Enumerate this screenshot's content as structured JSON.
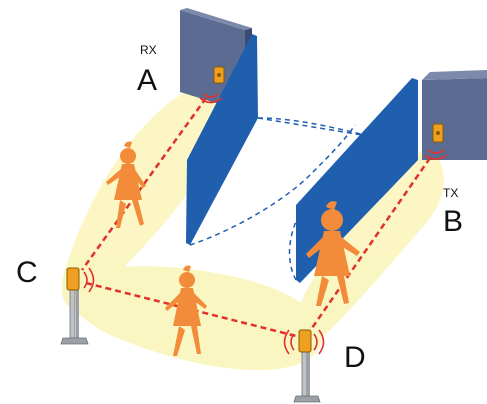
{
  "labels": {
    "rx": "RX",
    "a": "A",
    "tx": "TX",
    "b": "B",
    "c": "C",
    "d": "D"
  },
  "colors": {
    "zone": "#faf5b8",
    "wall_face": "#5c6b91",
    "wall_side": "#3b4a73",
    "glass": "#1f5fae",
    "beam": "#e0322b",
    "person": "#f28b3a",
    "sensor": "#f0a020",
    "door_swing": "#1f5fae"
  },
  "icons": {
    "rx_sensor": "sensor-icon",
    "tx_sensor": "sensor-icon",
    "person": "person-icon",
    "post": "sensor-post-icon",
    "signal": "signal-waves-icon"
  }
}
